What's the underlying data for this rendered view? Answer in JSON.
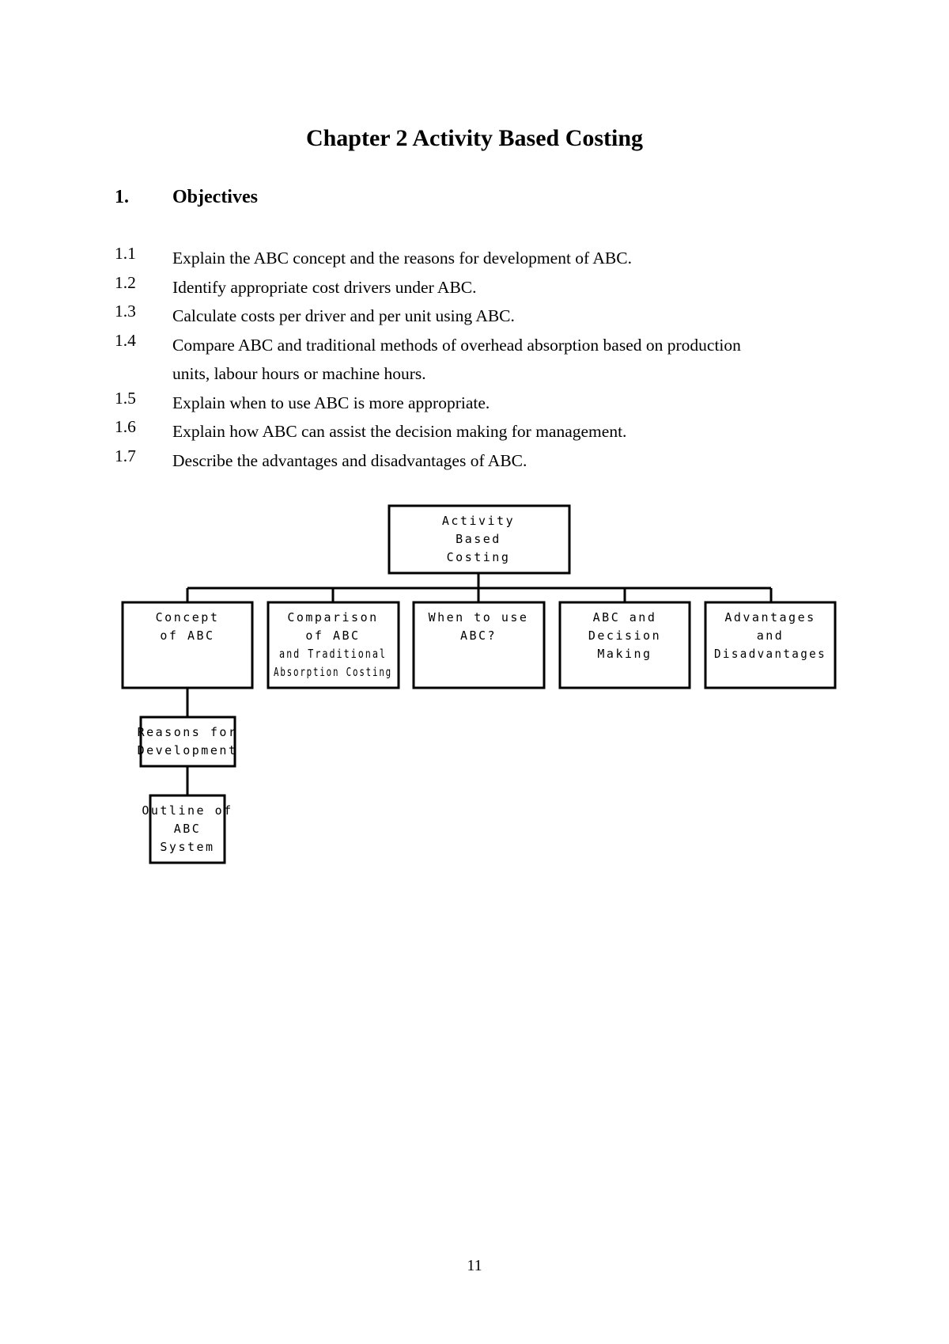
{
  "chapter_title": "Chapter 2 Activity Based Costing",
  "section": {
    "number": "1.",
    "title": "Objectives"
  },
  "objectives": [
    {
      "number": "1.1",
      "lines": [
        "Explain the ABC concept and the reasons for development of ABC."
      ]
    },
    {
      "number": "1.2",
      "lines": [
        "Identify appropriate cost drivers under ABC."
      ]
    },
    {
      "number": "1.3",
      "lines": [
        "Calculate costs per driver and per unit using ABC."
      ]
    },
    {
      "number": "1.4",
      "lines": [
        "Compare ABC and traditional methods of overhead absorption based on production",
        "units, labour hours or machine hours."
      ]
    },
    {
      "number": "1.5",
      "lines": [
        "Explain when to use ABC is more appropriate."
      ]
    },
    {
      "number": "1.6",
      "lines": [
        "Explain how ABC can assist the decision making for management."
      ]
    },
    {
      "number": "1.7",
      "lines": [
        "Describe the advantages and disadvantages of ABC."
      ]
    }
  ],
  "diagram": {
    "root": {
      "lines": [
        "Activity",
        "Based",
        "Costing"
      ]
    },
    "children": [
      {
        "id": "concept",
        "lines": [
          "Concept",
          "of ABC"
        ]
      },
      {
        "id": "comparison",
        "lines": [
          "Comparison",
          "of ABC",
          "and Traditional",
          "Absorption Costing"
        ]
      },
      {
        "id": "when",
        "lines": [
          "When to use",
          "ABC?"
        ]
      },
      {
        "id": "decision",
        "lines": [
          "ABC and",
          "Decision",
          "Making"
        ]
      },
      {
        "id": "advantages",
        "lines": [
          "Advantages",
          "and",
          "Disadvantages"
        ]
      }
    ],
    "sub_nodes": [
      {
        "id": "reasons",
        "lines": [
          "Reasons for",
          "Development"
        ]
      },
      {
        "id": "outline",
        "lines": [
          "Outline of",
          "ABC",
          "System"
        ]
      }
    ]
  },
  "page_number": "11"
}
